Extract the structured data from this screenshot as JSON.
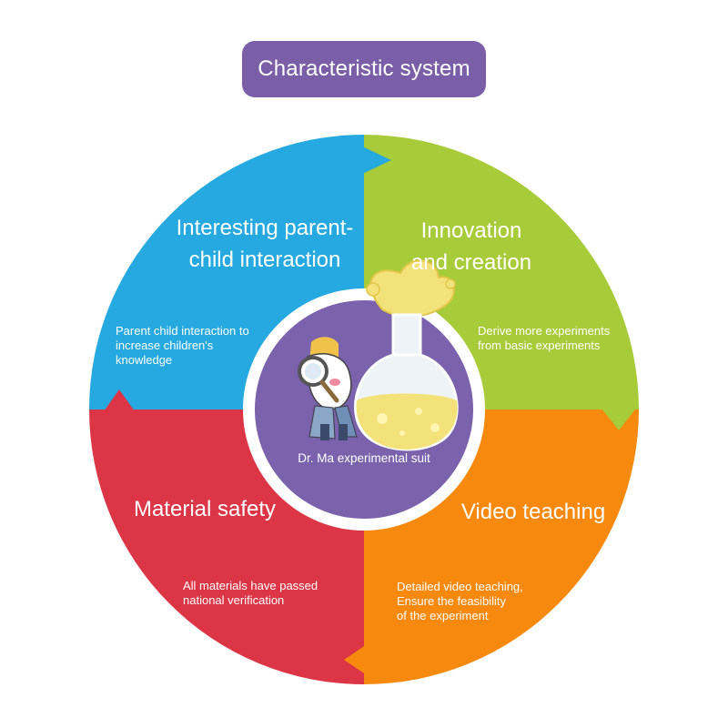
{
  "title": "Characteristic system",
  "center": {
    "label": "Dr. Ma experimental suit",
    "illustration": "cartoon-horse-with-magnifier-and-flask"
  },
  "quadrants": [
    {
      "id": "top-left",
      "title_lines": [
        "Interesting parent-",
        "child interaction"
      ],
      "desc_lines": [
        "Parent child interaction to",
        "increase children's",
        "knowledge"
      ],
      "color": "#26a9e0"
    },
    {
      "id": "top-right",
      "title_lines": [
        "Innovation",
        "and creation"
      ],
      "desc_lines": [
        "Derive more experiments",
        "from basic experiments"
      ],
      "color": "#a8cb3a"
    },
    {
      "id": "bottom-right",
      "title_lines": [
        "Video teaching"
      ],
      "desc_lines": [
        "Detailed video teaching,",
        "Ensure the feasibility",
        "of the experiment"
      ],
      "color": "#f7890f"
    },
    {
      "id": "bottom-left",
      "title_lines": [
        "Material safety"
      ],
      "desc_lines": [
        "All materials have passed",
        "national verification"
      ],
      "color": "#dc3545"
    }
  ],
  "colors": {
    "accent_purple": "#7a5fa8",
    "center_purple": "#7b62ad",
    "ring": "#ffffff"
  }
}
